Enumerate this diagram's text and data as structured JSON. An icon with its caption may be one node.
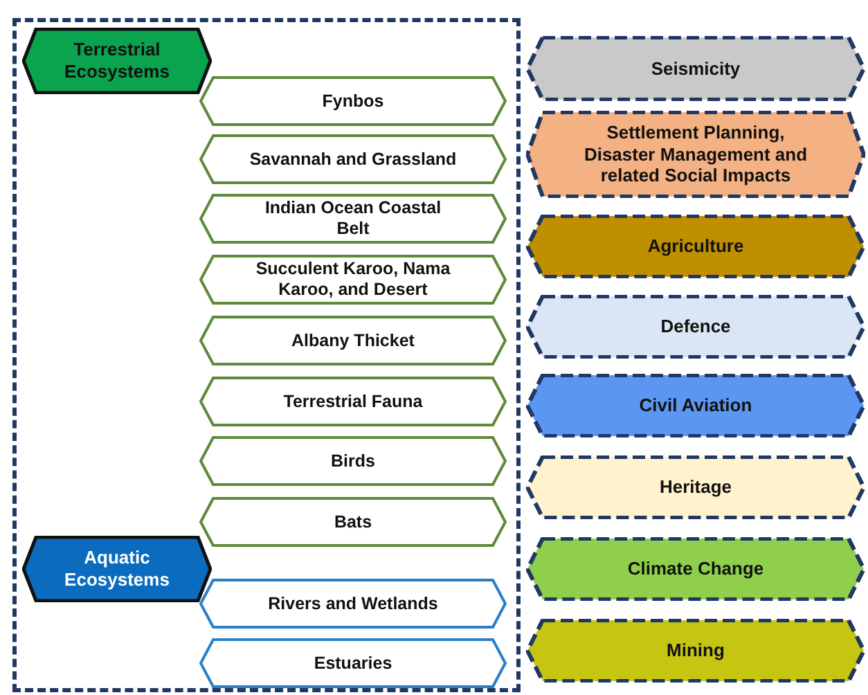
{
  "diagram": {
    "nodes": [
      {
        "text": [],
        "shape": "box"
      },
      {
        "text": [
          "Terrestrial Ecosystems"
        ],
        "in": 0
      },
      {
        "text": [
          "Fynbos"
        ],
        "in": 0
      },
      {
        "text": [
          "Savannah and Grassland"
        ],
        "in": 0
      },
      {
        "text": [
          "Indian Ocean Coastal Belt"
        ],
        "in": 0
      },
      {
        "text": [
          "Succulent Karoo, Nama Karoo, and Desert"
        ],
        "in": 0
      },
      {
        "text": [
          "Albany Thicket"
        ],
        "in": 0
      },
      {
        "text": [
          "Terrestrial Fauna"
        ],
        "in": 0
      },
      {
        "text": [
          "Birds"
        ],
        "in": 0
      },
      {
        "text": [
          "Bats"
        ],
        "in": 0
      },
      {
        "text": [
          "Aquatic Ecosystems"
        ],
        "in": 0
      },
      {
        "text": [
          "Rivers and Wetlands"
        ],
        "in": 0
      },
      {
        "text": [
          "Estuaries"
        ],
        "in": 0
      },
      {
        "text": [
          "Seismicity"
        ]
      },
      {
        "text": [
          "Settlement Planning, Disaster Management and related Social Impacts"
        ]
      },
      {
        "text": [
          "Agriculture"
        ]
      },
      {
        "text": [
          "Defence"
        ]
      },
      {
        "text": [
          "Civil Aviation"
        ]
      },
      {
        "text": [
          "Heritage"
        ]
      },
      {
        "text": [
          "Climate Change"
        ]
      },
      {
        "text": [
          "Mining"
        ]
      }
    ]
  }
}
